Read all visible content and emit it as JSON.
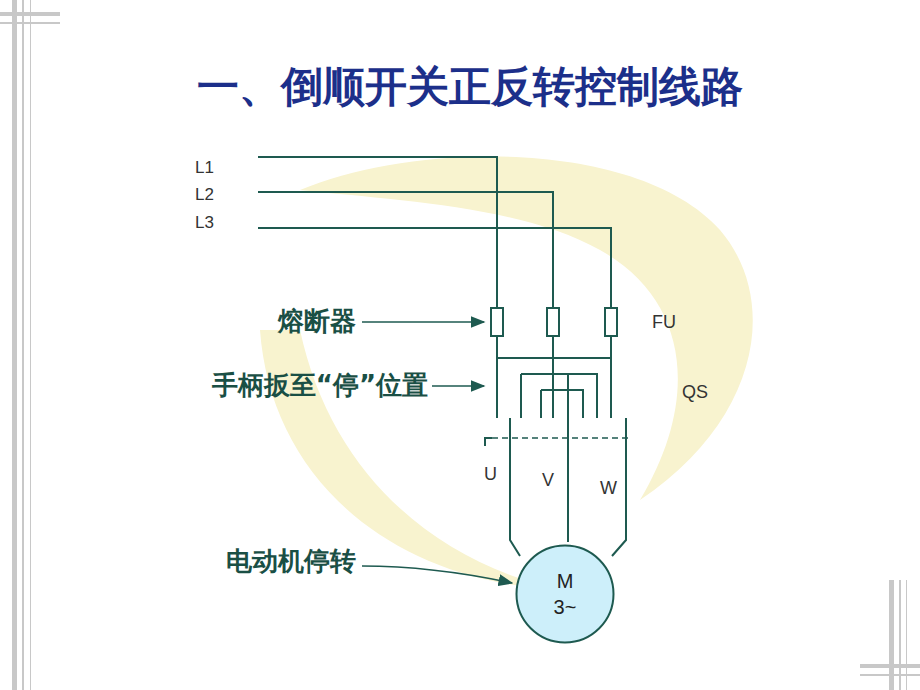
{
  "diagram": {
    "title": "一、倒顺开关正反转控制线路",
    "nodes": [
      {
        "text": [
          "M",
          "3~"
        ]
      }
    ],
    "labels": [
      "L1",
      "L2",
      "L3",
      "熔断器",
      "FU",
      "手柄扳至“停”位置",
      "QS",
      "U",
      "V",
      "W",
      "电动机停转"
    ]
  }
}
